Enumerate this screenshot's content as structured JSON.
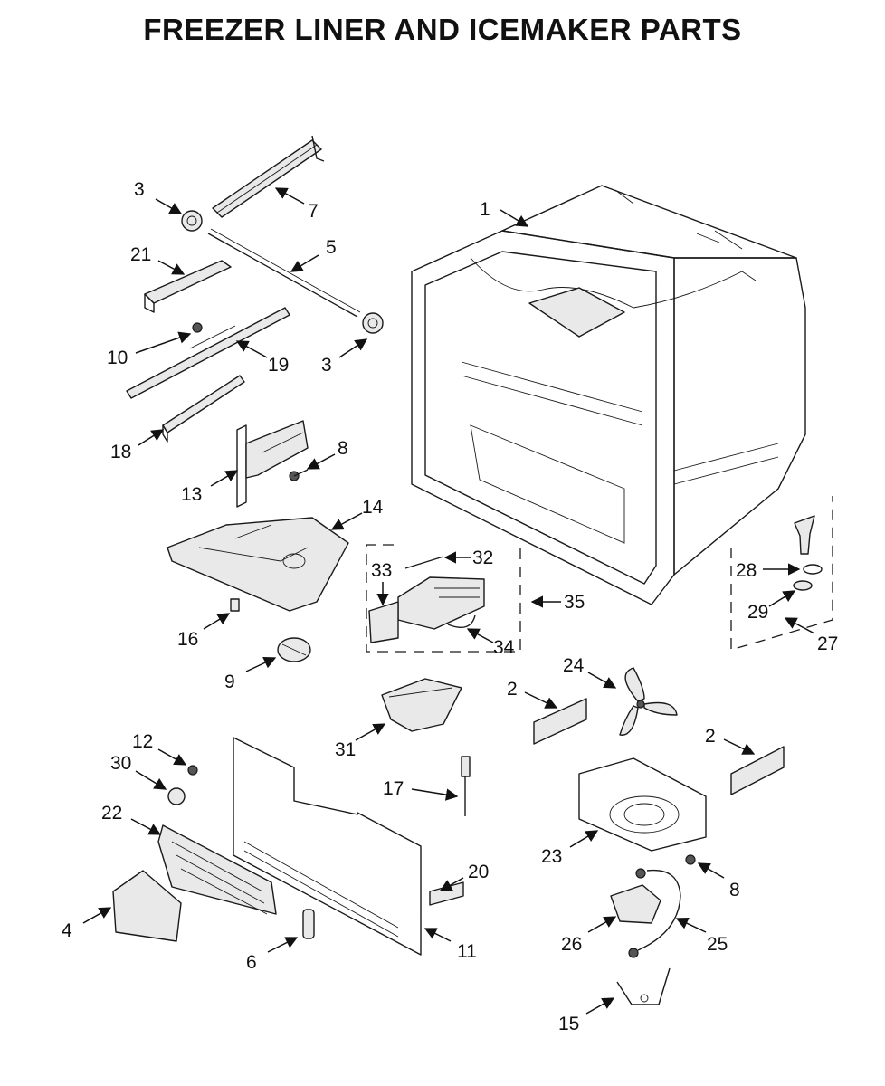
{
  "title": "FREEZER LINER AND ICEMAKER PARTS",
  "callouts": [
    {
      "id": "c1",
      "label": "1"
    },
    {
      "id": "c2a",
      "label": "2"
    },
    {
      "id": "c2b",
      "label": "2"
    },
    {
      "id": "c3a",
      "label": "3"
    },
    {
      "id": "c3b",
      "label": "3"
    },
    {
      "id": "c4",
      "label": "4"
    },
    {
      "id": "c5",
      "label": "5"
    },
    {
      "id": "c6",
      "label": "6"
    },
    {
      "id": "c7",
      "label": "7"
    },
    {
      "id": "c8a",
      "label": "8"
    },
    {
      "id": "c8b",
      "label": "8"
    },
    {
      "id": "c9",
      "label": "9"
    },
    {
      "id": "c10",
      "label": "10"
    },
    {
      "id": "c11",
      "label": "11"
    },
    {
      "id": "c12",
      "label": "12"
    },
    {
      "id": "c13",
      "label": "13"
    },
    {
      "id": "c14",
      "label": "14"
    },
    {
      "id": "c15",
      "label": "15"
    },
    {
      "id": "c16",
      "label": "16"
    },
    {
      "id": "c17",
      "label": "17"
    },
    {
      "id": "c18",
      "label": "18"
    },
    {
      "id": "c19",
      "label": "19"
    },
    {
      "id": "c20",
      "label": "20"
    },
    {
      "id": "c21",
      "label": "21"
    },
    {
      "id": "c22",
      "label": "22"
    },
    {
      "id": "c23",
      "label": "23"
    },
    {
      "id": "c24",
      "label": "24"
    },
    {
      "id": "c25",
      "label": "25"
    },
    {
      "id": "c26",
      "label": "26"
    },
    {
      "id": "c27",
      "label": "27"
    },
    {
      "id": "c28",
      "label": "28"
    },
    {
      "id": "c29",
      "label": "29"
    },
    {
      "id": "c30",
      "label": "30"
    },
    {
      "id": "c31",
      "label": "31"
    },
    {
      "id": "c32",
      "label": "32"
    },
    {
      "id": "c33",
      "label": "33"
    },
    {
      "id": "c34",
      "label": "34"
    },
    {
      "id": "c35",
      "label": "35"
    }
  ]
}
